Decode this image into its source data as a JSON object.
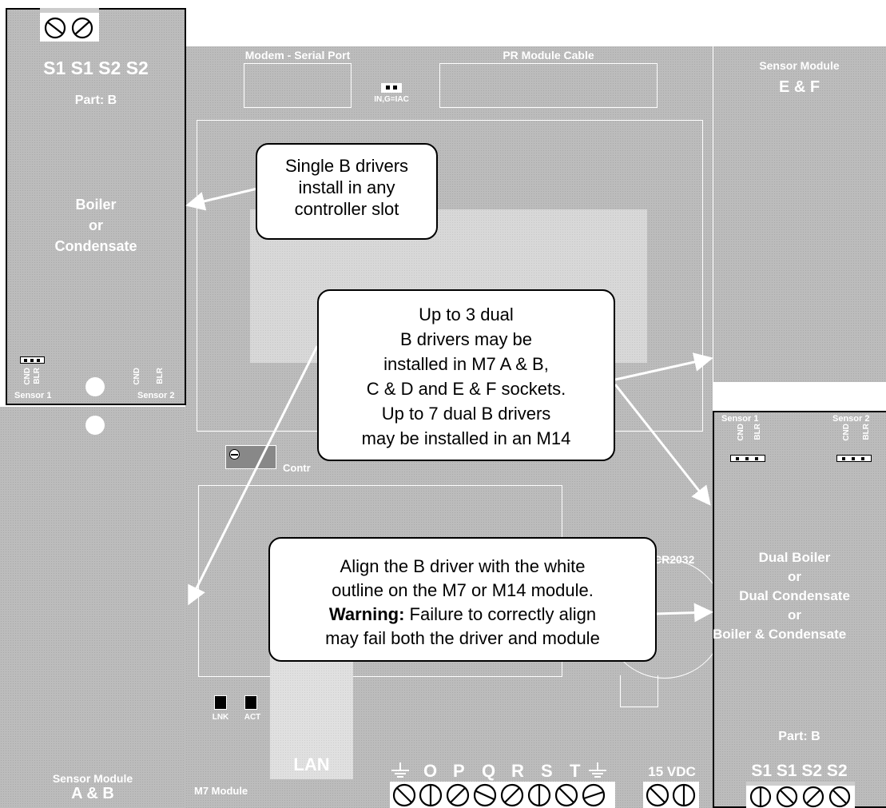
{
  "left_sensor_module": {
    "terminal_labels": "S1 S1 S2 S2",
    "part": "Part: B",
    "function_line1": "Boiler",
    "function_line2": "or",
    "function_line3": "Condensate",
    "jumper_left": "CND",
    "jumper_right": "BLR",
    "sensor1": "Sensor 1",
    "sensor2": "Sensor 2"
  },
  "sensor_ab": {
    "line1": "Sensor Module",
    "line2": "A & B"
  },
  "sensor_ef": {
    "line1": "Sensor Module",
    "line2": "E & F"
  },
  "m7": {
    "modem_label": "Modem - Serial Port",
    "pr_label": "PR Module Cable",
    "jumper_label": "IN,G=IAC",
    "contrast_label": "Contr",
    "battery_label": "CR2032",
    "lnk_label": "LNK",
    "act_label": "ACT",
    "lan_label": "LAN",
    "module_label": "M7 Module",
    "terminal_letters": [
      "O",
      "P",
      "Q",
      "R",
      "S",
      "T"
    ],
    "power_label": "15 VDC"
  },
  "right_dual_module": {
    "sensor1": "Sensor 1",
    "sensor2": "Sensor 2",
    "jumper_left": "CND",
    "jumper_right": "BLR",
    "function_lines": [
      "Dual Boiler",
      "or",
      "Dual Condensate",
      "or",
      "Boiler & Condensate"
    ],
    "part": "Part: B",
    "terminal_labels": "S1 S1 S2 S2"
  },
  "callouts": {
    "single": [
      "Single B drivers",
      "install in any",
      "controller slot"
    ],
    "dual": [
      "Up to 3 dual",
      "B drivers may be",
      "installed in M7 A & B,",
      "C & D and E & F sockets.",
      "Up to 7 dual B drivers",
      "may be installed in an M14"
    ],
    "align_lines": [
      "Align the B driver with the white",
      "outline on the M7 or M14 module."
    ],
    "align_warning_bold": "Warning:",
    "align_warning_rest": " Failure to correctly align",
    "align_lines2": [
      "may fail both the driver and module"
    ]
  }
}
